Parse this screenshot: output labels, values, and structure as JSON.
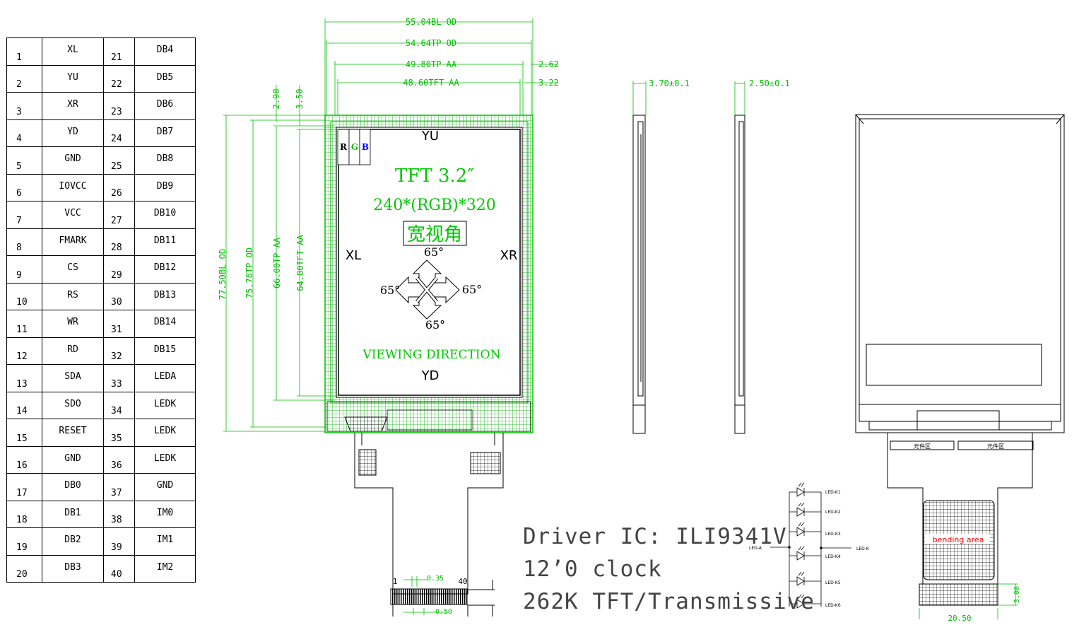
{
  "pin_table": {
    "left": [
      {
        "num": "1",
        "sig": "XL"
      },
      {
        "num": "2",
        "sig": "YU"
      },
      {
        "num": "3",
        "sig": "XR"
      },
      {
        "num": "4",
        "sig": "YD"
      },
      {
        "num": "5",
        "sig": "GND"
      },
      {
        "num": "6",
        "sig": "IOVCC"
      },
      {
        "num": "7",
        "sig": "VCC"
      },
      {
        "num": "8",
        "sig": "FMARK"
      },
      {
        "num": "9",
        "sig": "CS"
      },
      {
        "num": "10",
        "sig": "RS"
      },
      {
        "num": "11",
        "sig": "WR"
      },
      {
        "num": "12",
        "sig": "RD"
      },
      {
        "num": "13",
        "sig": "SDA"
      },
      {
        "num": "14",
        "sig": "SDO"
      },
      {
        "num": "15",
        "sig": "RESET"
      },
      {
        "num": "16",
        "sig": "GND"
      },
      {
        "num": "17",
        "sig": "DB0"
      },
      {
        "num": "18",
        "sig": "DB1"
      },
      {
        "num": "19",
        "sig": "DB2"
      },
      {
        "num": "20",
        "sig": "DB3"
      }
    ],
    "right": [
      {
        "num": "21",
        "sig": "DB4"
      },
      {
        "num": "22",
        "sig": "DB5"
      },
      {
        "num": "23",
        "sig": "DB6"
      },
      {
        "num": "24",
        "sig": "DB7"
      },
      {
        "num": "25",
        "sig": "DB8"
      },
      {
        "num": "26",
        "sig": "DB9"
      },
      {
        "num": "27",
        "sig": "DB10"
      },
      {
        "num": "28",
        "sig": "DB11"
      },
      {
        "num": "29",
        "sig": "DB12"
      },
      {
        "num": "30",
        "sig": "DB13"
      },
      {
        "num": "31",
        "sig": "DB14"
      },
      {
        "num": "32",
        "sig": "DB15"
      },
      {
        "num": "33",
        "sig": "LEDA"
      },
      {
        "num": "34",
        "sig": "LEDK"
      },
      {
        "num": "35",
        "sig": "LEDK"
      },
      {
        "num": "36",
        "sig": "LEDK"
      },
      {
        "num": "37",
        "sig": "GND"
      },
      {
        "num": "38",
        "sig": "IM0"
      },
      {
        "num": "39",
        "sig": "IM1"
      },
      {
        "num": "40",
        "sig": "IM2"
      }
    ]
  },
  "dimensions": {
    "bl_od_w": "55.04BL OD",
    "tp_od_w": "54.64TP OD",
    "tp_aa_w": "49.80TP AA",
    "tft_aa_w": "48.60TFT AA",
    "off_262": "2.62",
    "off_322": "3.22",
    "off_290": "2.90",
    "off_350": "3.50",
    "bl_od_h": "77.50BL OD",
    "tp_od_h": "75.78TP OD",
    "tp_aa_h": "66.00TP AA",
    "tft_aa_h": "64.80TFT AA",
    "thick_1": "3.70±0.1",
    "thick_2": "2.50±0.1",
    "pitch_1": "0.35",
    "pitch_2": "0.50",
    "fpc_w": "20.50",
    "fpc_h": "3.00"
  },
  "panel": {
    "yu": "YU",
    "yd": "YD",
    "xl": "XL",
    "xr": "XR",
    "r": "R",
    "g": "G",
    "b": "B",
    "title": "TFT 3.2″",
    "resolution": "240*(RGB)*320",
    "wide_view": "宽视角",
    "angle_top": "65°",
    "angle_left": "65°",
    "angle_right": "65°",
    "angle_bottom": "65°",
    "viewing": "VIEWING DIRECTION"
  },
  "connector": {
    "pin_first": "1",
    "pin_last": "40"
  },
  "notes": {
    "driver": "Driver IC: ILI9341V",
    "clock": "12’0 clock",
    "type": "262K TFT/Transmissive"
  },
  "led_circuit": {
    "anode": "LED-A",
    "cathode": "LED-K",
    "k1": "LED-K1",
    "k2": "LED-K2",
    "k3": "LED-K3",
    "k4": "LED-K4",
    "k5": "LED-K5",
    "k6": "LED-K6"
  },
  "back_view": {
    "component_1": "元件区",
    "component_2": "元件区",
    "bending": "bending area"
  },
  "colors": {
    "green": "#00c800",
    "black": "#000000",
    "red": "#ff0000",
    "blue": "#0000ff"
  }
}
